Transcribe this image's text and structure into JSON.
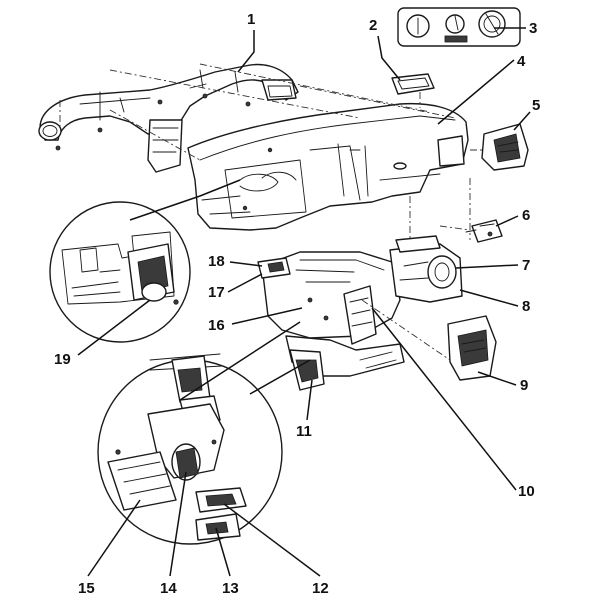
{
  "callouts": [
    {
      "id": "1",
      "label": "1"
    },
    {
      "id": "2",
      "label": "2"
    },
    {
      "id": "3",
      "label": "3"
    },
    {
      "id": "4",
      "label": "4"
    },
    {
      "id": "5",
      "label": "5"
    },
    {
      "id": "6",
      "label": "6"
    },
    {
      "id": "7",
      "label": "7"
    },
    {
      "id": "8",
      "label": "8"
    },
    {
      "id": "9",
      "label": "9"
    },
    {
      "id": "10",
      "label": "10"
    },
    {
      "id": "11",
      "label": "11"
    },
    {
      "id": "12",
      "label": "12"
    },
    {
      "id": "13",
      "label": "13"
    },
    {
      "id": "14",
      "label": "14"
    },
    {
      "id": "15",
      "label": "15"
    },
    {
      "id": "16",
      "label": "16"
    },
    {
      "id": "17",
      "label": "17"
    },
    {
      "id": "18",
      "label": "18"
    },
    {
      "id": "19",
      "label": "19"
    }
  ],
  "colors": {
    "ink": "#1a1a1a",
    "paper": "#ffffff"
  }
}
